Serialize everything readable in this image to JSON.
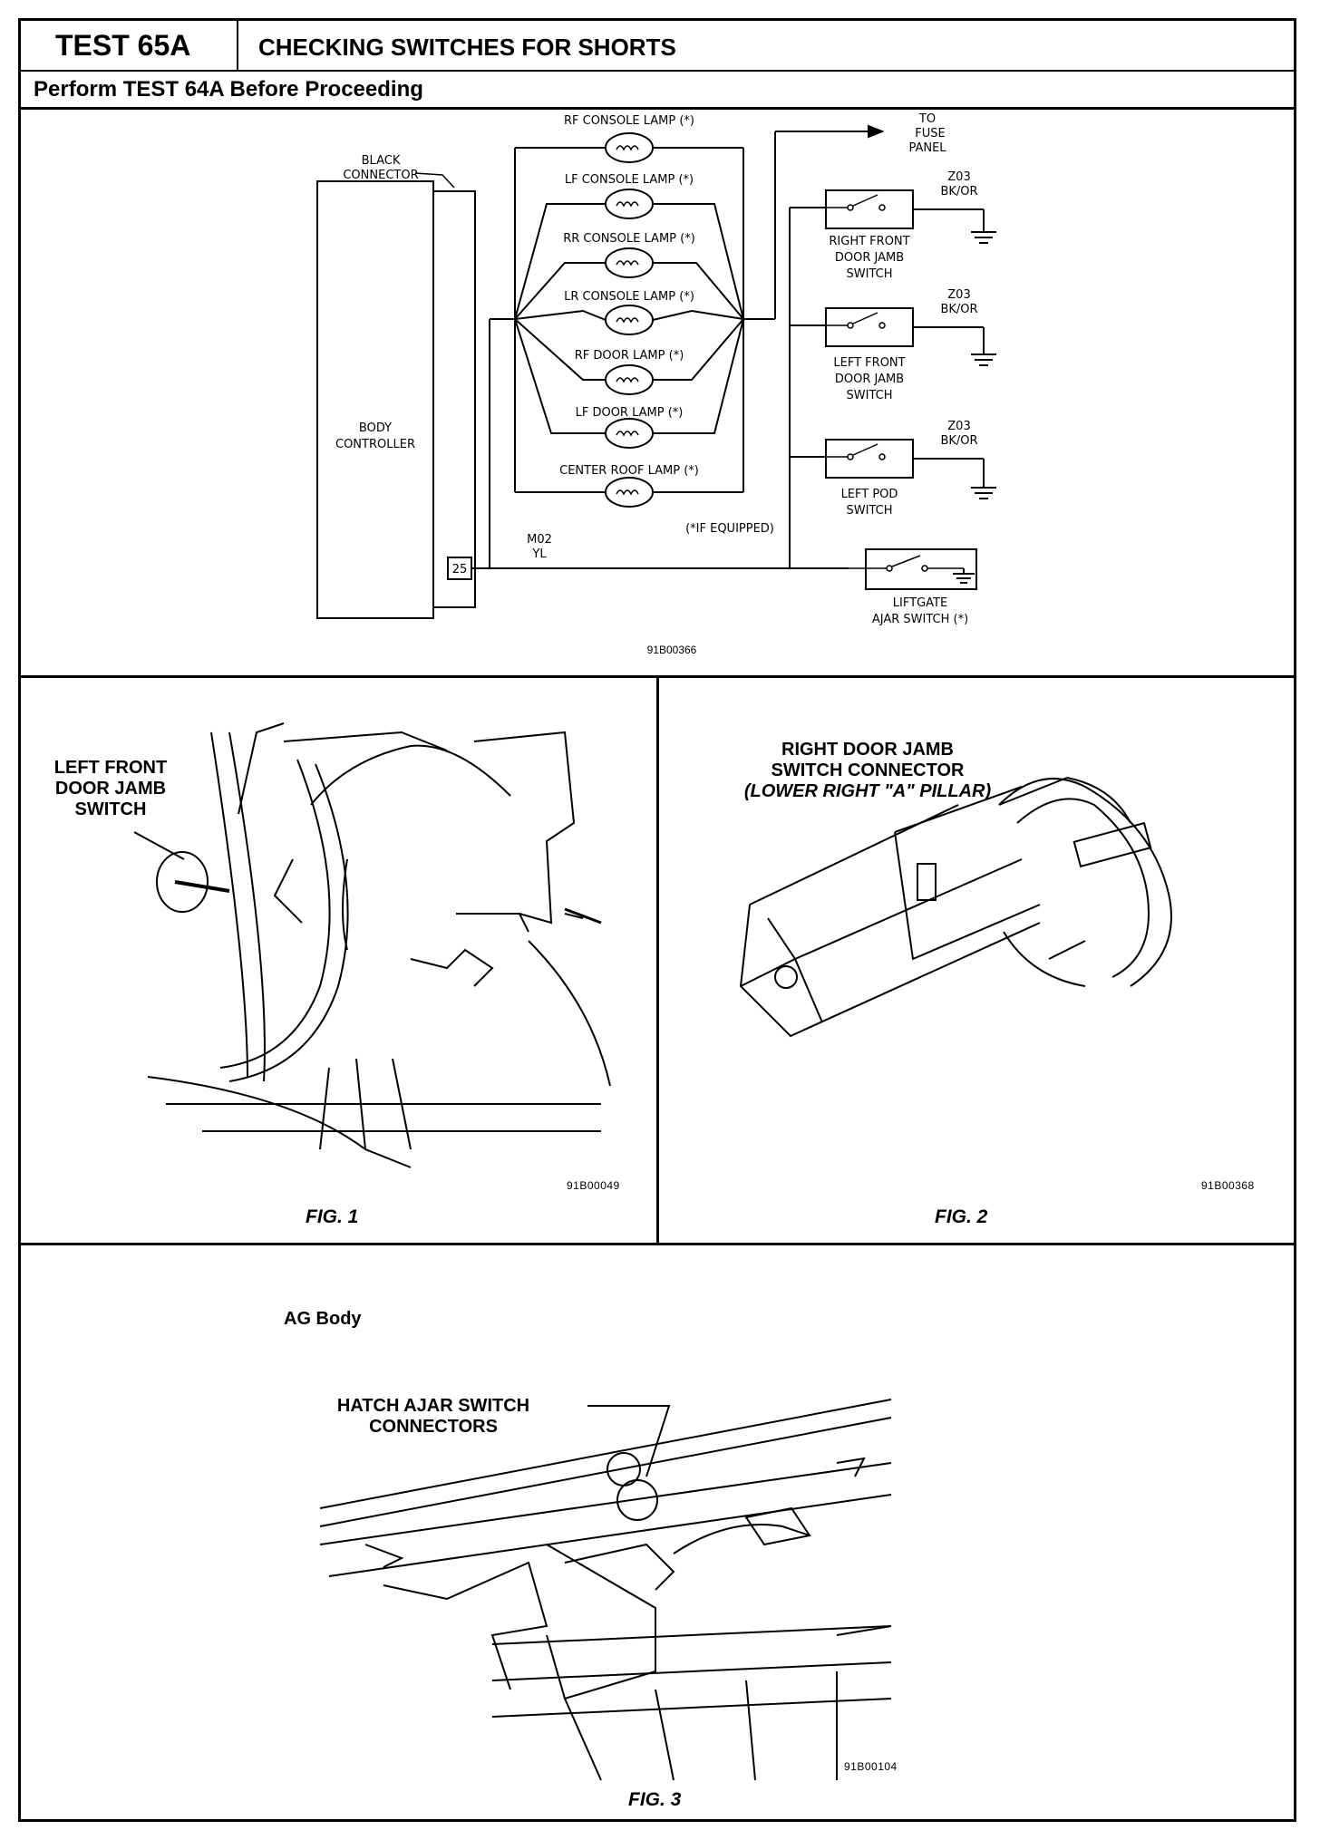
{
  "header": {
    "test_id": "TEST 65A",
    "title": "CHECKING SWITCHES FOR SHORTS",
    "prerequisite": "Perform TEST 64A Before Proceeding"
  },
  "schematic": {
    "black_connector_line1": "BLACK",
    "black_connector_line2": "CONNECTOR",
    "body_controller_line1": "BODY",
    "body_controller_line2": "CONTROLLER",
    "pin": "25",
    "wire_code": "M02",
    "wire_color": "YL",
    "lamps": [
      "RF CONSOLE LAMP (*)",
      "LF CONSOLE LAMP (*)",
      "RR CONSOLE LAMP (*)",
      "LR CONSOLE LAMP (*)",
      "RF DOOR LAMP (*)",
      "LF DOOR LAMP (*)",
      "CENTER ROOF LAMP (*)"
    ],
    "if_equipped": "(*IF EQUIPPED)",
    "fuse_line1": "TO",
    "fuse_line2": "FUSE",
    "fuse_line3": "PANEL",
    "switches": [
      {
        "line1": "RIGHT FRONT",
        "line2": "DOOR JAMB",
        "line3": "SWITCH",
        "wire": "Z03",
        "color": "BK/OR"
      },
      {
        "line1": "LEFT FRONT",
        "line2": "DOOR JAMB",
        "line3": "SWITCH",
        "wire": "Z03",
        "color": "BK/OR"
      },
      {
        "line1": "LEFT POD",
        "line2": "SWITCH",
        "line3": "",
        "wire": "Z03",
        "color": "BK/OR"
      }
    ],
    "liftgate_line1": "LIFTGATE",
    "liftgate_line2": "AJAR SWITCH (*)",
    "code": "91B00366"
  },
  "fig1": {
    "label_line1": "LEFT FRONT",
    "label_line2": "DOOR JAMB",
    "label_line3": "SWITCH",
    "code": "91B00049",
    "caption": "FIG. 1"
  },
  "fig2": {
    "label_line1": "RIGHT DOOR JAMB",
    "label_line2": "SWITCH CONNECTOR",
    "label_line3": "(LOWER RIGHT \"A\" PILLAR)",
    "code": "91B00368",
    "caption": "FIG. 2"
  },
  "fig3": {
    "body_label": "AG Body",
    "label_line1": "HATCH AJAR SWITCH",
    "label_line2": "CONNECTORS",
    "code": "91B00104",
    "caption": "FIG. 3"
  }
}
